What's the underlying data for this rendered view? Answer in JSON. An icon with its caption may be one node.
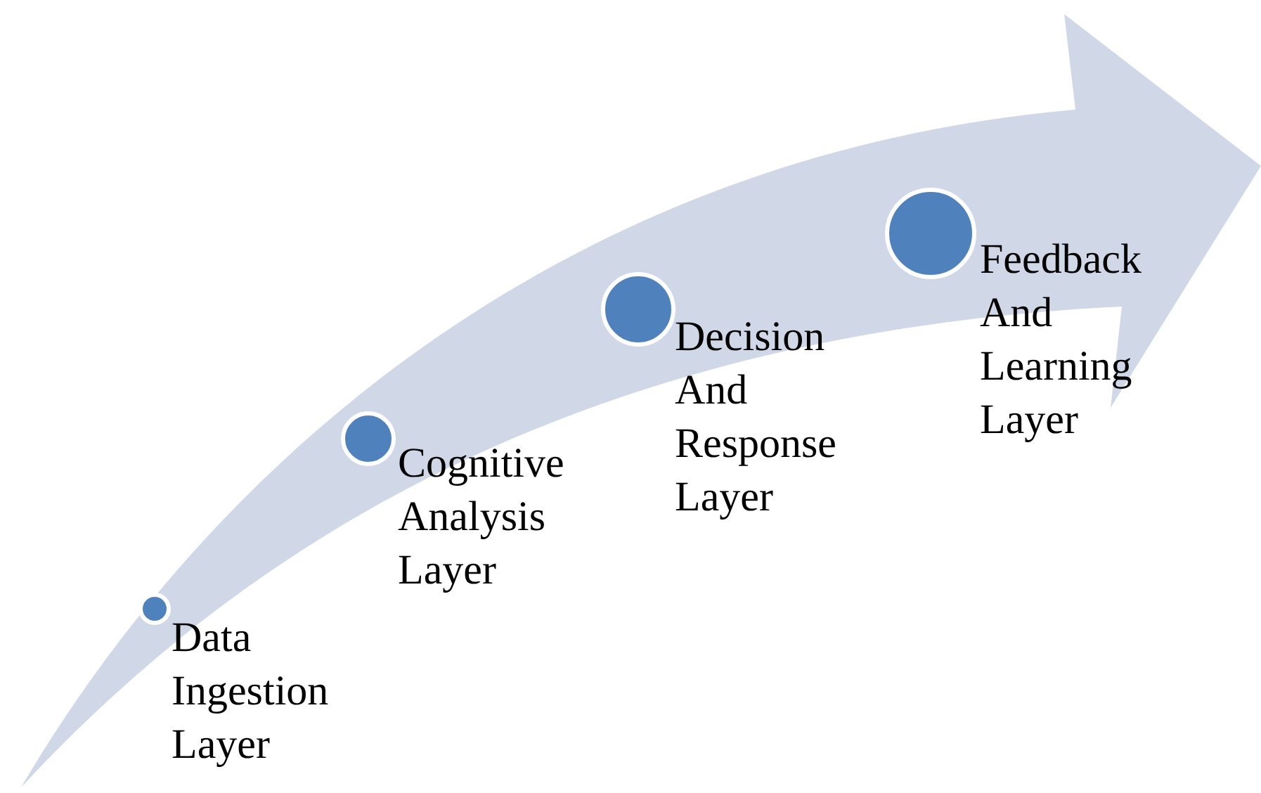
{
  "diagram": {
    "nodes": [
      {
        "text": [
          "Data Ingestion Layer"
        ]
      },
      {
        "text": [
          "Cognitive Analysis Layer"
        ]
      },
      {
        "text": [
          "Decision And Response Layer"
        ]
      },
      {
        "text": [
          "Feedback And Learning Layer"
        ]
      }
    ]
  }
}
